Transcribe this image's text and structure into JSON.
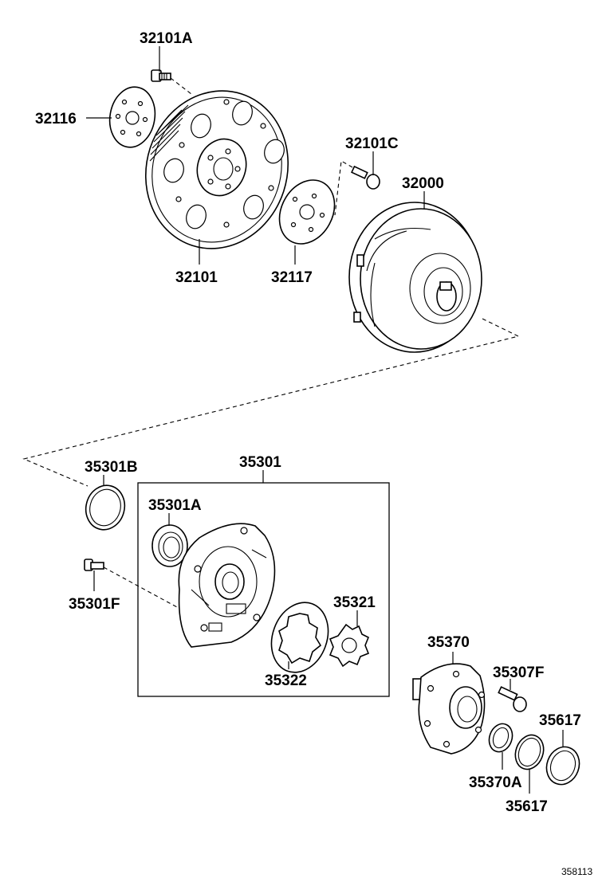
{
  "parts": [
    {
      "id": "32101A",
      "label": "32101A"
    },
    {
      "id": "32116",
      "label": "32116"
    },
    {
      "id": "32101C",
      "label": "32101C"
    },
    {
      "id": "32000",
      "label": "32000"
    },
    {
      "id": "32101",
      "label": "32101"
    },
    {
      "id": "32117",
      "label": "32117"
    },
    {
      "id": "35301B",
      "label": "35301B"
    },
    {
      "id": "35301",
      "label": "35301"
    },
    {
      "id": "35301A",
      "label": "35301A"
    },
    {
      "id": "35321",
      "label": "35321"
    },
    {
      "id": "35301F",
      "label": "35301F"
    },
    {
      "id": "35322",
      "label": "35322"
    },
    {
      "id": "35370",
      "label": "35370"
    },
    {
      "id": "35307F",
      "label": "35307F"
    },
    {
      "id": "35617",
      "label": "35617"
    },
    {
      "id": "35370A",
      "label": "35370A"
    },
    {
      "id": "35617b",
      "label": "35617"
    }
  ],
  "diagram_code": "358113"
}
